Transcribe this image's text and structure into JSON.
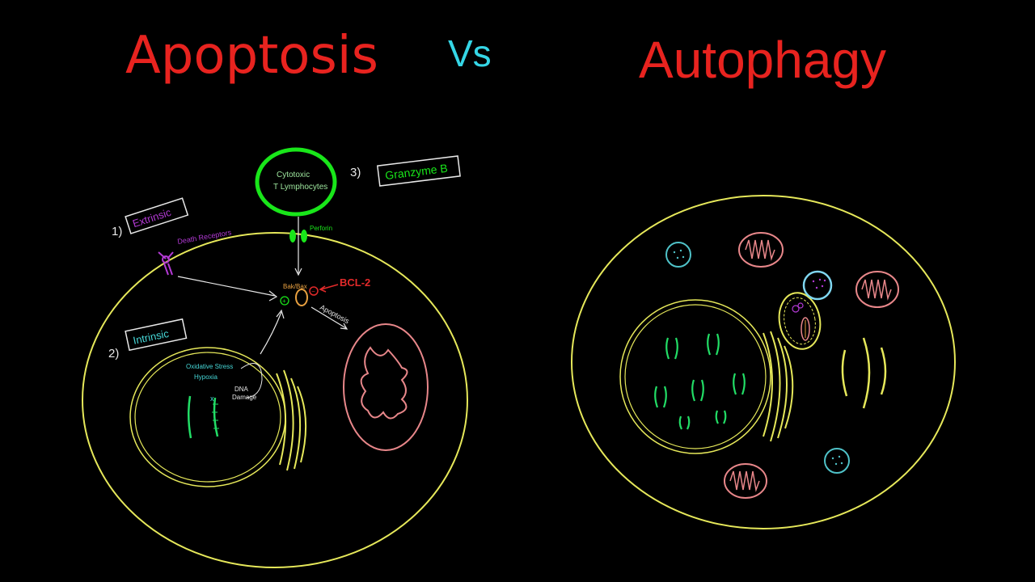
{
  "titles": {
    "left": "Apoptosis",
    "vs": "Vs",
    "right": "Autophagy"
  },
  "apoptosis": {
    "cytotoxic_line1": "Cytotoxic",
    "cytotoxic_line2": "T Lymphocytes",
    "pathway3_number": "3)",
    "pathway3_label": "Granzyme B",
    "pathway1_number": "1)",
    "pathway1_label": "Extrinsic",
    "pathway2_number": "2)",
    "pathway2_label": "Intrinsic",
    "death_receptors": "Death Receptors",
    "perforin": "Perforin",
    "bak_bax": "Bak/Bax",
    "bcl2": "BCL-2",
    "apoptosis_arrow": "Apoptosis",
    "stress_line1": "Oxidative Stress",
    "stress_line2": "Hypoxia",
    "dna_line1": "DNA",
    "dna_line2": "Damage",
    "plus_sign": "+",
    "minus_sign": "−"
  },
  "colors": {
    "title": "#e8231f",
    "vs": "#35d6e6",
    "membrane": "#e6e85a",
    "tcell": "#19e61a",
    "purple": "#b43ad6",
    "white": "#e8e8e8",
    "label_cyan": "#46d8d8",
    "chromosome": "#22dd66",
    "mito": "#e8878a",
    "bcl_red": "#e22a2a",
    "bax_orange": "#e8a040",
    "lysosome": "#4fc2c8",
    "vesicle": "#7fd6f0"
  }
}
